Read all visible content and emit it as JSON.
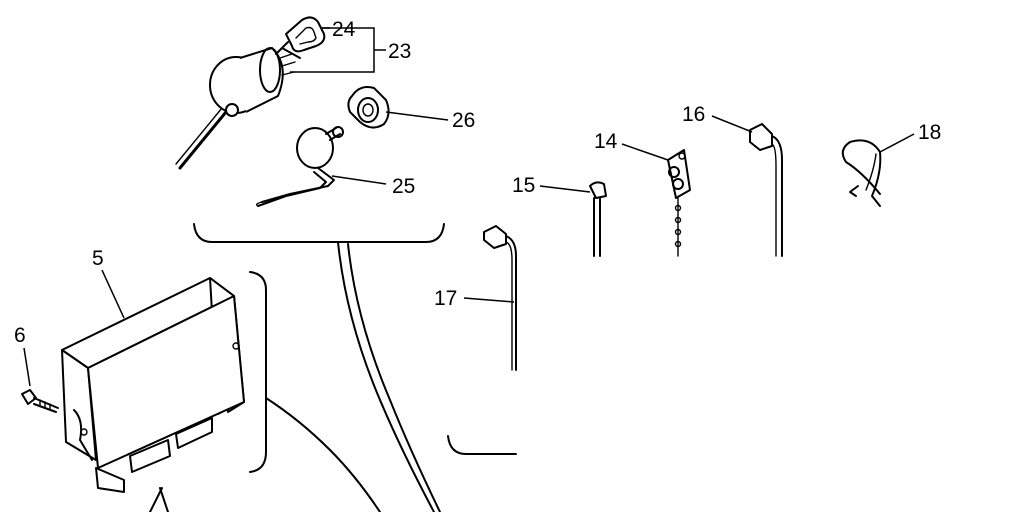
{
  "diagram": {
    "colors": {
      "ink": "#000000",
      "background": "#ffffff"
    },
    "callouts": [
      {
        "id": "p24",
        "label": "24"
      },
      {
        "id": "p23",
        "label": "23"
      },
      {
        "id": "p26",
        "label": "26"
      },
      {
        "id": "p25",
        "label": "25"
      },
      {
        "id": "p16",
        "label": "16"
      },
      {
        "id": "p14",
        "label": "14"
      },
      {
        "id": "p18",
        "label": "18"
      },
      {
        "id": "p15",
        "label": "15"
      },
      {
        "id": "p5",
        "label": "5"
      },
      {
        "id": "p6",
        "label": "6"
      },
      {
        "id": "p17",
        "label": "17"
      }
    ]
  }
}
